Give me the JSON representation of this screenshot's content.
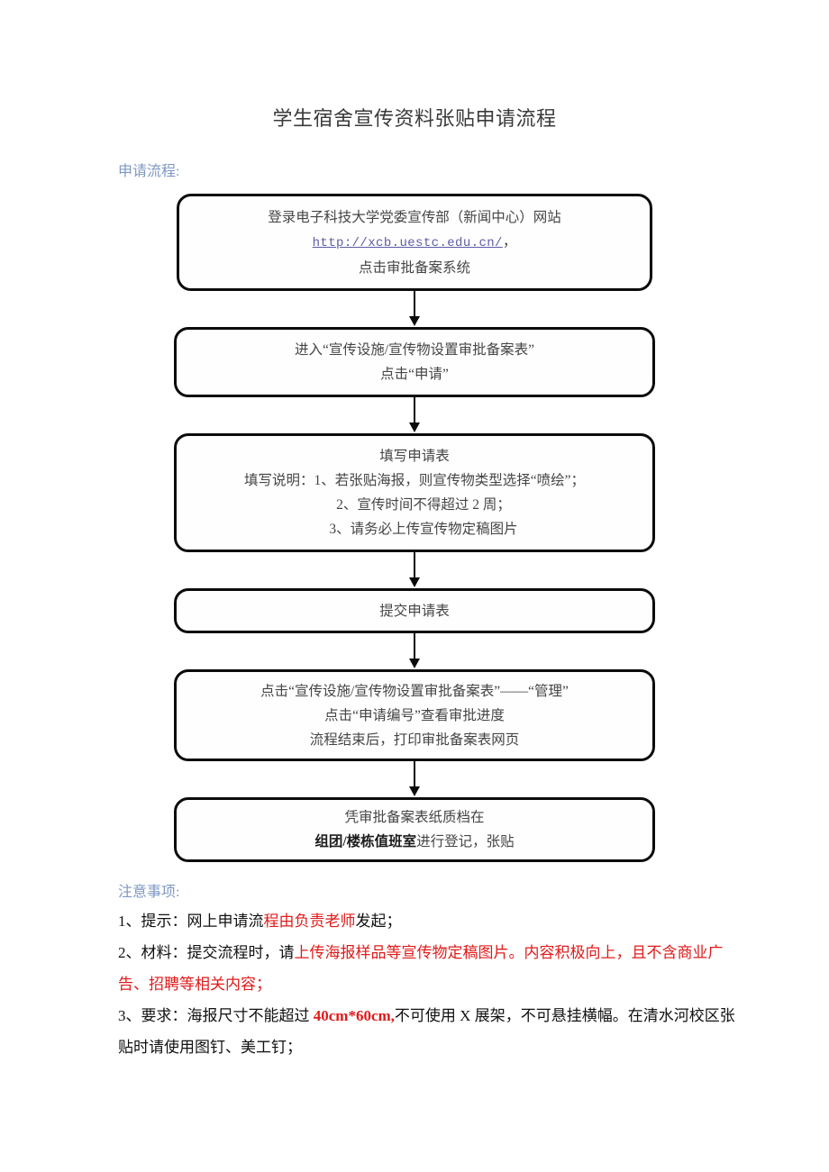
{
  "document": {
    "title": "学生宿舍宣传资料张贴申请流程"
  },
  "sections": {
    "apply_label": "申请流程:",
    "notice_label": "注意事项:"
  },
  "flowchart": {
    "type": "flow",
    "box1": {
      "line1": "登录电子科技大学党委宣传部（新闻中心）网站",
      "link": "http://xcb.uestc.edu.cn/",
      "link_suffix": "，",
      "line3": "点击审批备案系统"
    },
    "box2": {
      "line1": "进入“宣传设施/宣传物设置审批备案表”",
      "line2": "点击“申请”"
    },
    "box3": {
      "line1": "填写申请表",
      "line2": "填写说明：1、若张贴海报，则宣传物类型选择“喷绘”；",
      "line3": "2、宣传时间不得超过 2 周；",
      "line4": "3、请务必上传宣传物定稿图片"
    },
    "box4": {
      "line1": "提交申请表"
    },
    "box5": {
      "line1": "点击“宣传设施/宣传物设置审批备案表”——“管理”",
      "line2": "点击“申请编号”查看审批进度",
      "line3": "流程结束后，打印审批备案表网页"
    },
    "box6": {
      "line1": "凭审批备案表纸质档在",
      "line2_bold": "组团/楼栋值班室",
      "line2_rest": "进行登记，张贴"
    }
  },
  "notes": {
    "item1": {
      "black1": "1、提示：网上申请流",
      "red1": "程由负责老师",
      "black2": "发起；"
    },
    "item2": {
      "black1": "2、材料：提交流程时，请",
      "red1": "上传海报样品等宣传物定稿图片。内容积极向上，且不含商业广告、招聘等相关内容；"
    },
    "item3": {
      "black1": "3、要求：海报尺寸不能超过 ",
      "red_bold": "40cm*60cm,",
      "black2": "不可使用 X 展架，不可悬挂横幅。在清水河校区张贴时请使用图钉、美工钉；"
    }
  },
  "colors": {
    "section_label": "#7f98c4",
    "link": "#5c5ca8",
    "red": "#e01b1b",
    "box_border": "#0b0b0b",
    "box_text": "#454545"
  }
}
